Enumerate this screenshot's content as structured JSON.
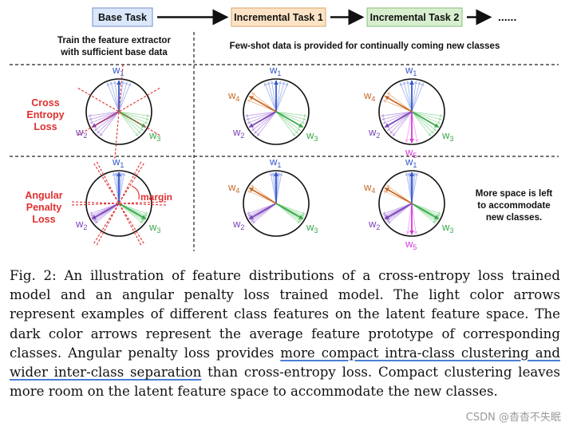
{
  "pipeline": {
    "base": "Base Task",
    "inc1": "Incremental Task 1",
    "inc2": "Incremental Task 2",
    "ellipsis": "......"
  },
  "notes": {
    "base_line1": "Train the feature extractor",
    "base_line2": "with sufficient base data",
    "fewshot": "Few-shot data is provided for continually coming new classes",
    "space_line1": "More space is left",
    "space_line2": "to accommodate",
    "space_line3": "new classes."
  },
  "rows": {
    "ce_line1": "Cross",
    "ce_line2": "Entropy",
    "ce_line3": "Loss",
    "ap_line1": "Angular",
    "ap_line2": "Penalty",
    "ap_line3": "Loss",
    "margin": "margin"
  },
  "labels": {
    "w1": "w",
    "w2": "w",
    "w3": "w",
    "w4": "w",
    "w5": "w",
    "s1": "1",
    "s2": "2",
    "s3": "3",
    "s4": "4",
    "s5": "5"
  },
  "colors": {
    "base_box": "#dbe8fb",
    "inc1_box": "#fde3c5",
    "inc2_box": "#d8efcf",
    "red": "#e03030",
    "blue": "#3557c8",
    "purple": "#7a45b8",
    "green": "#3aa84a",
    "orange": "#c76a2a",
    "magenta": "#d33ad8"
  },
  "caption": {
    "seg1": "Fig. 2: An illustration of feature distributions of a cross-entropy loss trained model and an angular penalty loss trained model. The light color arrows represent examples of different class features on the latent feature space. The dark color arrows represent the average feature prototype of corresponding classes. Angular penalty loss provides ",
    "seg2": "more compact intra-class clustering and wider inter-class separation",
    "seg3": " than cross-entropy loss. Compact clustering leaves more room on the latent feature space to accommodate the new classes."
  },
  "watermark": "CSDN @杳杳不失眠"
}
